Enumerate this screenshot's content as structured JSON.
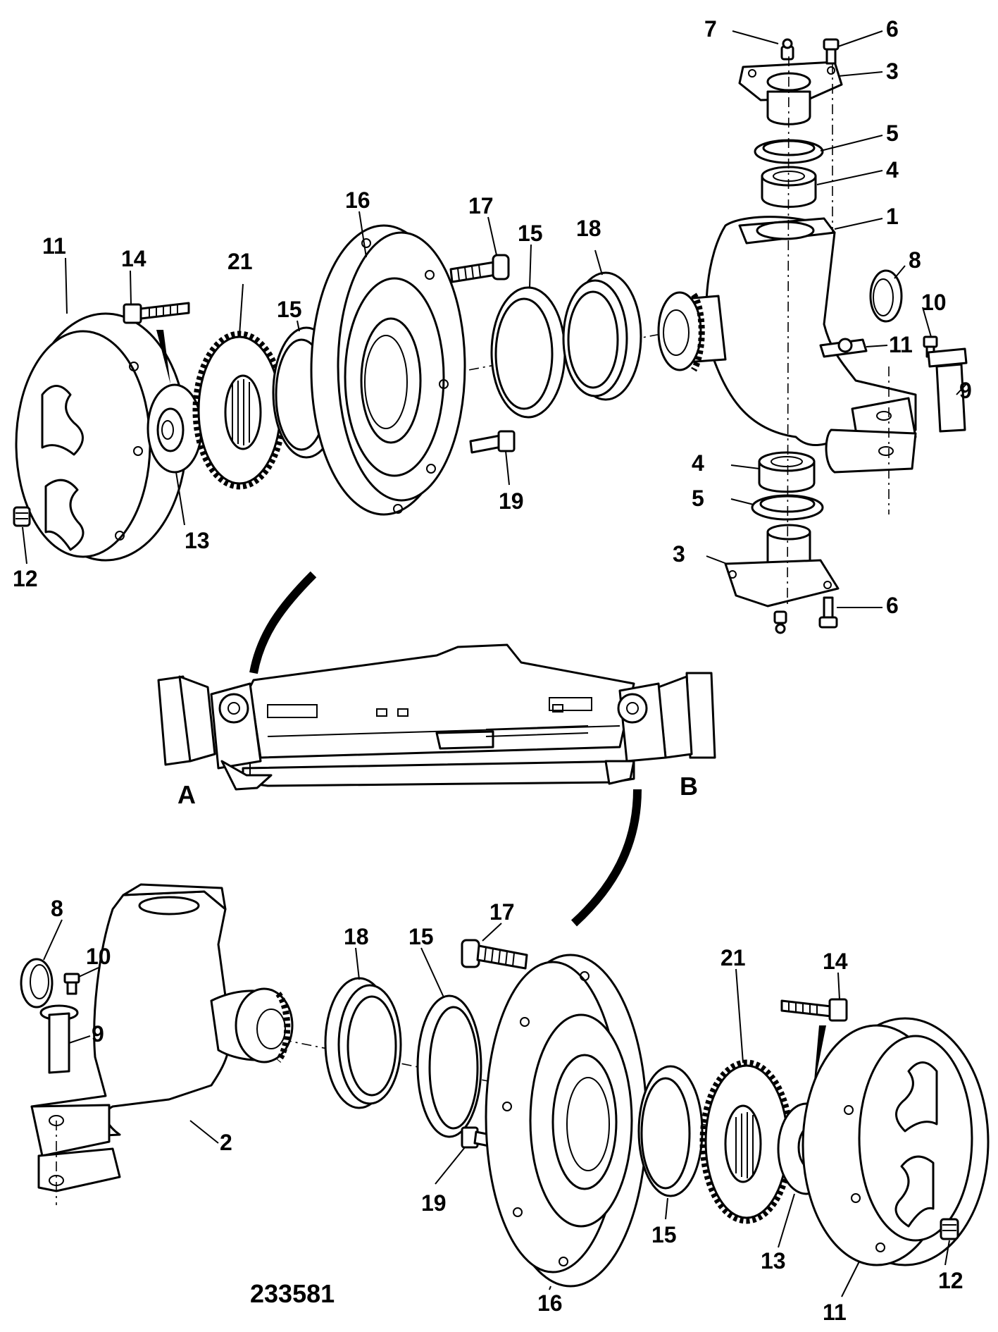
{
  "figure_number": "233581",
  "view_labels": {
    "side_a": "A",
    "side_b": "B"
  },
  "callouts": {
    "upper": {
      "c7": "7",
      "c6a": "6",
      "c3a": "3",
      "c5a": "5",
      "c4a": "4",
      "c1": "1",
      "c8": "8",
      "c10": "10",
      "c11k": "11",
      "c9": "9",
      "c4b": "4",
      "c5b": "5",
      "c3b": "3",
      "c6b": "6",
      "c16": "16",
      "c17": "17",
      "c15a": "15",
      "c18": "18",
      "c15b": "15",
      "c21": "21",
      "c14": "14",
      "c11": "11",
      "c19": "19",
      "c13": "13",
      "c12": "12"
    },
    "lower": {
      "c8": "8",
      "c10": "10",
      "c9": "9",
      "c2": "2",
      "c18": "18",
      "c15a": "15",
      "c17": "17",
      "c21": "21",
      "c14": "14",
      "c19": "19",
      "c16": "16",
      "c15b": "15",
      "c13": "13",
      "c11": "11",
      "c12": "12"
    }
  }
}
